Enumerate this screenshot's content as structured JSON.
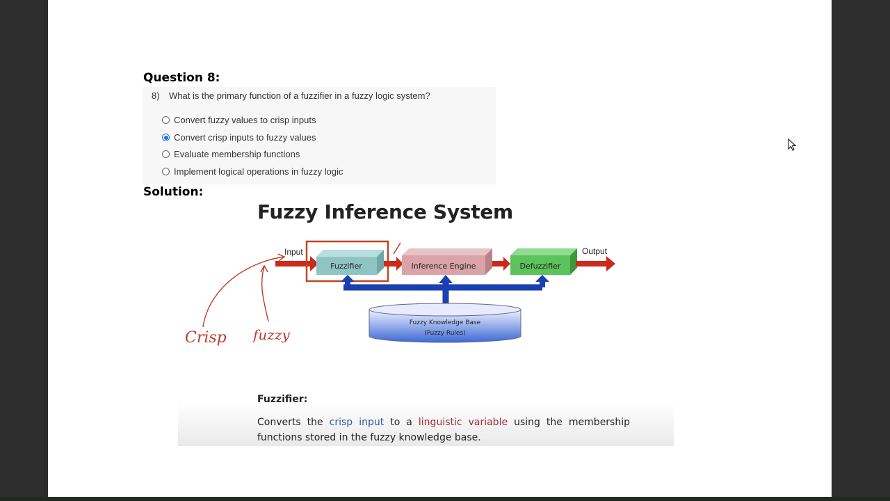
{
  "question": {
    "heading": "Question 8:",
    "number": "8)",
    "text": "What is the primary function of a fuzzifier in a fuzzy logic system?",
    "options": [
      {
        "label": "Convert fuzzy values to crisp inputs",
        "selected": false
      },
      {
        "label": "Convert crisp inputs to fuzzy values",
        "selected": true
      },
      {
        "label": "Evaluate membership functions",
        "selected": false
      },
      {
        "label": "Implement logical operations in fuzzy logic",
        "selected": false
      }
    ]
  },
  "solution": {
    "heading": "Solution:",
    "diagram": {
      "title": "Fuzzy Inference System",
      "input_label": "Input",
      "output_label": "Output",
      "fuzzifier": "Fuzzifier",
      "inference_engine": "Inference Engine",
      "defuzzifier": "Defuzzifier",
      "kb_line1": "Fuzzy Knowledge Base",
      "kb_line2": "(Fuzzy Rules)",
      "annotation_crisp": "Crisp",
      "annotation_fuzzy": "fuzzy"
    },
    "definition": {
      "title": "Fuzzifier:",
      "text_part1": "Converts the ",
      "highlight1": "crisp input",
      "text_part2": " to a ",
      "highlight2": "linguistic variable",
      "text_part3": " using the membership functions stored in the fuzzy knowledge base."
    }
  },
  "colors": {
    "arrow_red": "#cc2a1a",
    "fuzzifier_box": "#8fc4c4",
    "inference_box": "#d9a3a8",
    "defuzzifier_box": "#5cc25c",
    "kb_blue": "#1a3fb0",
    "annotation_red": "#c0392b",
    "option_selected": "#1a73e8"
  }
}
